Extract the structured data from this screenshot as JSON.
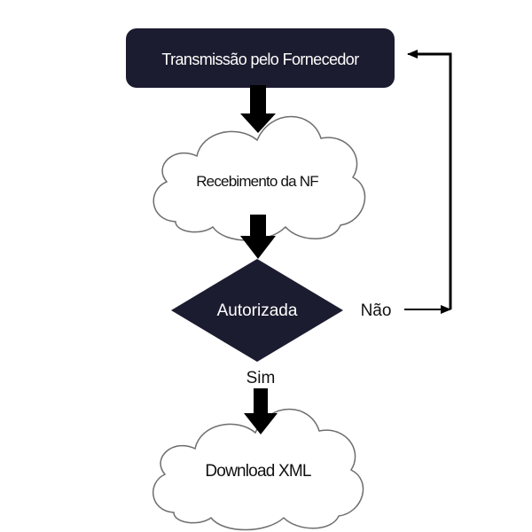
{
  "diagram": {
    "colors": {
      "box_fill": "#1c1c30",
      "cloud_fill": "#ffffff",
      "cloud_stroke": "#6e6e6e",
      "arrow": "#000000",
      "text_light": "#ffffff",
      "text_dark": "#111111"
    },
    "nodes": {
      "start": {
        "label": "Transmissão pelo Fornecedor"
      },
      "receive": {
        "label": "Recebimento da NF"
      },
      "decision": {
        "label": "Autorizada"
      },
      "download": {
        "label": "Download XML"
      }
    },
    "edges": {
      "yes_label": "Sim",
      "no_label": "Não"
    }
  }
}
